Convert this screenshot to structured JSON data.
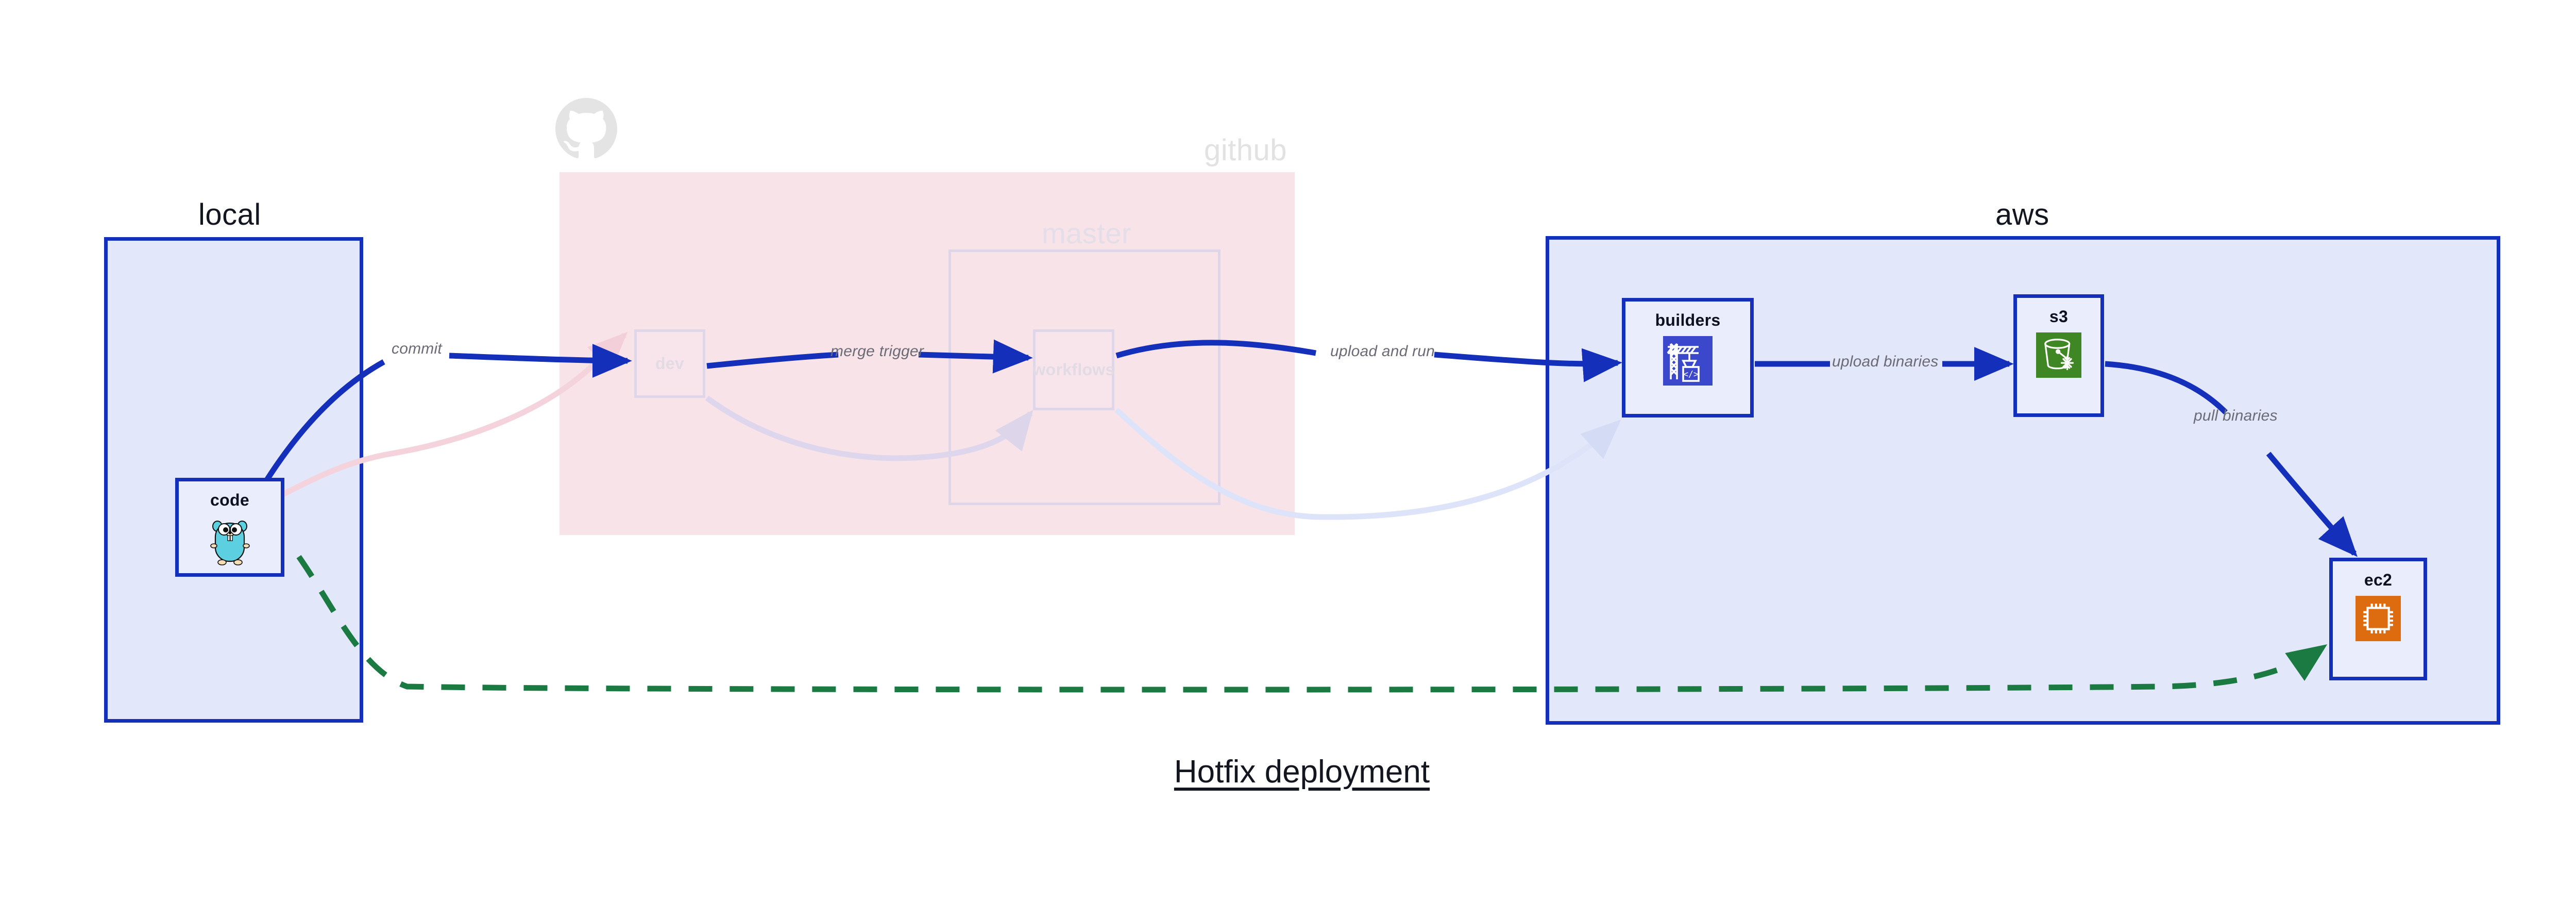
{
  "diagram": {
    "title": "Hotfix deployment",
    "clusters": [
      {
        "id": "local",
        "label": "local"
      },
      {
        "id": "github",
        "label": "github"
      },
      {
        "id": "master",
        "label": "master"
      },
      {
        "id": "aws",
        "label": "aws"
      }
    ],
    "nodes": [
      {
        "id": "code",
        "label": "code",
        "icon": "go-gopher-icon",
        "cluster": "local"
      },
      {
        "id": "dev",
        "label": "dev",
        "icon": "branch-icon",
        "cluster": "github"
      },
      {
        "id": "workflows",
        "label": "workflows",
        "icon": "workflow-icon",
        "cluster": "master"
      },
      {
        "id": "builders",
        "label": "builders",
        "icon": "aws-codebuild-icon",
        "cluster": "aws"
      },
      {
        "id": "s3",
        "label": "s3",
        "icon": "aws-s3-bucket-icon",
        "cluster": "aws"
      },
      {
        "id": "ec2",
        "label": "ec2",
        "icon": "aws-ec2-chip-icon",
        "cluster": "aws"
      }
    ],
    "edges": [
      {
        "id": "code-dev",
        "label": "commit",
        "from": "code",
        "to": "dev",
        "style": "solid",
        "color": "#1430bb",
        "state": "active"
      },
      {
        "id": "dev-workflows",
        "label": "merge trigger",
        "from": "dev",
        "to": "workflows",
        "style": "solid",
        "color": "#1430bb",
        "state": "active"
      },
      {
        "id": "workflows-build",
        "label": "upload and run",
        "from": "workflows",
        "to": "builders",
        "style": "solid",
        "color": "#1430bb",
        "state": "active"
      },
      {
        "id": "build-s3",
        "label": "upload binaries",
        "from": "builders",
        "to": "s3",
        "style": "solid",
        "color": "#1430bb",
        "state": "active"
      },
      {
        "id": "s3-ec2",
        "label": "pull binaries",
        "from": "s3",
        "to": "ec2",
        "style": "solid",
        "color": "#1430bb",
        "state": "active"
      },
      {
        "id": "code-ec2",
        "label": "",
        "from": "code",
        "to": "ec2",
        "style": "dashed",
        "color": "#1a7a41",
        "state": "active"
      },
      {
        "id": "code-dev-faded",
        "label": "",
        "from": "code",
        "to": "dev",
        "style": "solid",
        "color": "#f6dde4",
        "state": "faded"
      },
      {
        "id": "dev-wf-faded",
        "label": "",
        "from": "dev",
        "to": "workflows",
        "style": "solid",
        "color": "#e3dcee",
        "state": "faded"
      },
      {
        "id": "wf-build-faded",
        "label": "",
        "from": "workflows",
        "to": "builders",
        "style": "solid",
        "color": "#dfe3f7",
        "state": "faded"
      }
    ],
    "colors": {
      "accent_blue": "#1430bb",
      "cluster_blue_fill": "#e3e7fa",
      "cluster_pink_fill": "#f8e3e9",
      "node_fill": "#eaeefc",
      "dashed_green": "#1a7a41",
      "label_gray": "#6b6b76",
      "ec2_orange": "#dd6b10",
      "s3_green": "#3f8624",
      "builders_indigo": "#3b48cc",
      "gopher_cyan": "#5ccfe0"
    },
    "icons": {
      "github": "github-octocat-icon"
    }
  }
}
